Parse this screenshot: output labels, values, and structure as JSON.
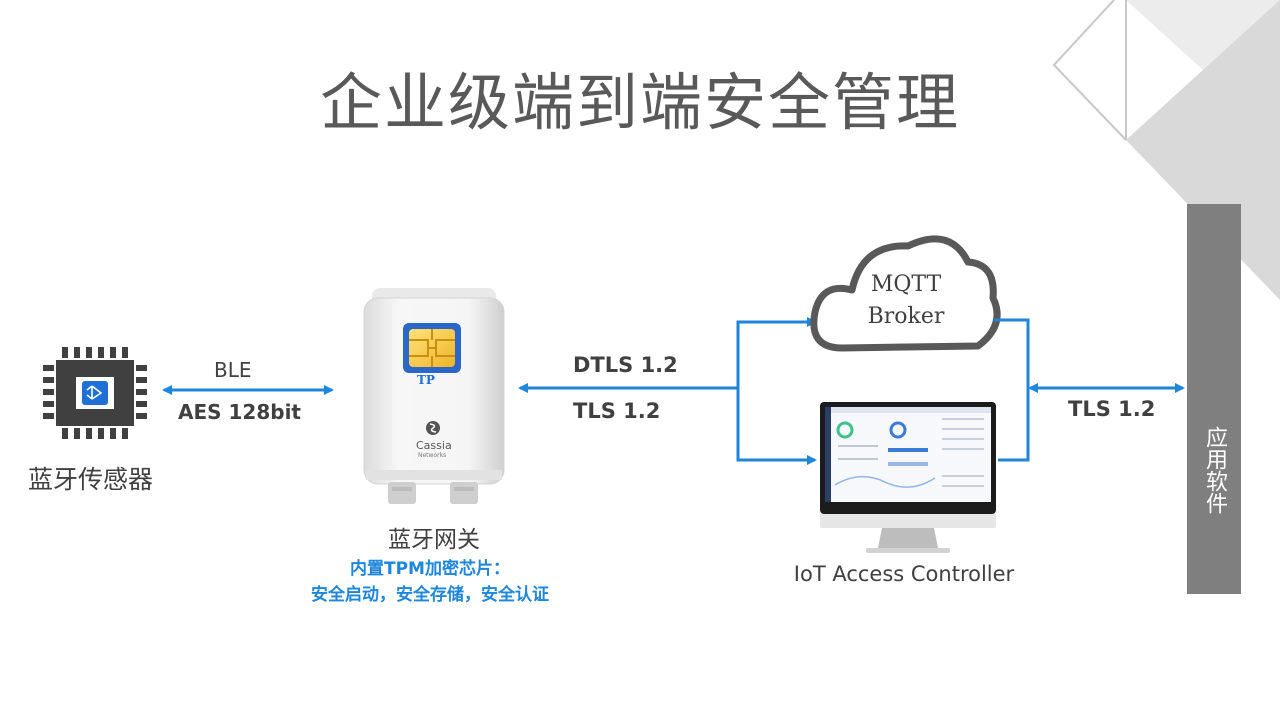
{
  "title": "企业级端到端安全管理",
  "app_software": "应用软件",
  "sensor": {
    "label": "蓝牙传感器"
  },
  "link_sensor_gateway": {
    "protocol": "BLE",
    "encryption": "AES 128bit"
  },
  "gateway": {
    "label": "蓝牙网关",
    "chip_text": "TP",
    "brand": "Cassia",
    "brand_sub": "Networks",
    "note_line1": "内置TPM加密芯片：",
    "note_line2": "安全启动，安全存储，安全认证"
  },
  "link_gateway_cloud": {
    "upper": "DTLS 1.2",
    "lower": "TLS 1.2"
  },
  "broker": {
    "line1": "MQTT",
    "line2": "Broker"
  },
  "controller": {
    "label": "IoT Access Controller"
  },
  "link_app": {
    "label": "TLS 1.2"
  },
  "colors": {
    "arrow": "#1e86db",
    "title": "#595959",
    "app_bar": "#7f7f7f",
    "note": "#1e86db"
  }
}
